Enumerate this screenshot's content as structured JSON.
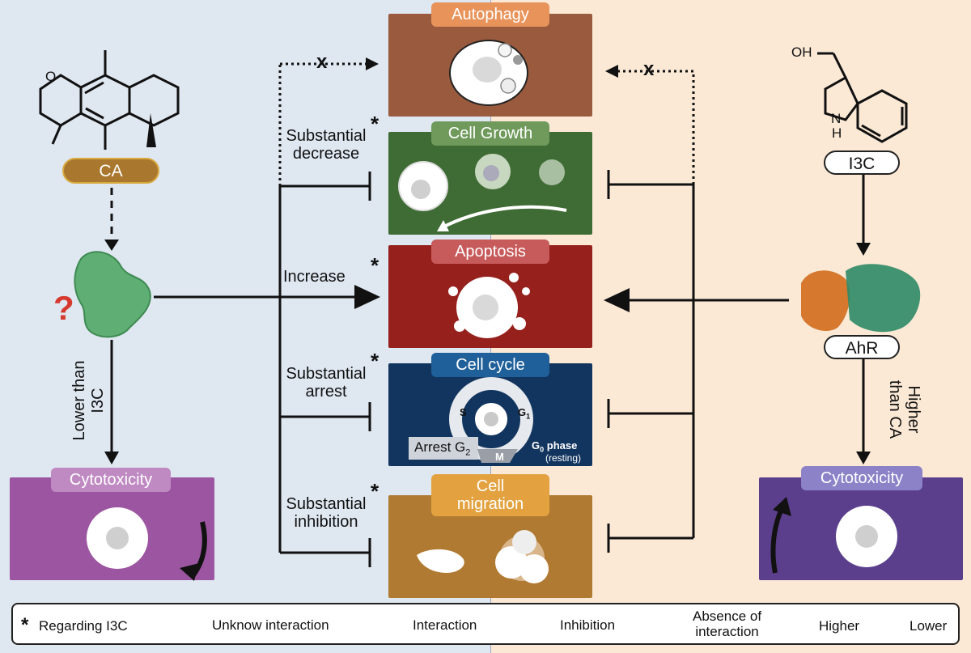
{
  "colors": {
    "left_bg": "#dfe7f1",
    "right_bg": "#fbe9d6",
    "autophagy": "#9a5a3e",
    "autophagy_title": "#e8935a",
    "cell_growth": "#3f6b34",
    "cell_growth_title": "#6f9a5c",
    "apoptosis": "#95201c",
    "apoptosis_title": "#c75a5a",
    "cell_cycle": "#12355f",
    "cell_cycle_title": "#1f5f9a",
    "migration": "#b07a32",
    "migration_title": "#e3a23f",
    "cytotoxicity_left": "#9c55a0",
    "cytotoxicity_left_title": "#bf89c2",
    "cytotoxicity_right": "#5b3f8d",
    "cytotoxicity_right_title": "#8c82c8",
    "ca_pill": "#a9772d",
    "question_mark": "#d63a2f",
    "protein_green": "#5fae74"
  },
  "compounds": {
    "ca": "CA",
    "i3c": "I3C",
    "i3c_oh": "OH",
    "i3c_nh": "N",
    "i3c_h": "H",
    "ca_o": "O",
    "receptor": "AhR",
    "unknown_target": "?"
  },
  "panels": {
    "autophagy": "Autophagy",
    "cell_growth": "Cell Growth",
    "apoptosis": "Apoptosis",
    "cell_cycle": "Cell cycle",
    "migration_line1": "Cell",
    "migration_line2": "migration",
    "cytotoxicity_left": "Cytotoxicity",
    "cytotoxicity_right": "Cytotoxicity"
  },
  "cell_cycle_labels": {
    "s": "S",
    "g1": "G",
    "g1_sub": "1",
    "m": "M",
    "arrest": "Arrest G",
    "arrest_sub": "2",
    "g0": "G",
    "g0_sub": "0",
    "g0_phase": " phase",
    "resting": "(resting)"
  },
  "effects": {
    "growth_line1": "Substantial",
    "growth_line2": "decrease",
    "apoptosis": "Increase",
    "cycle_line1": "Substantial",
    "cycle_line2": "arrest",
    "migration_line1": "Substantial",
    "migration_line2": "inhibition",
    "star": "*",
    "x_mark": "x"
  },
  "side_notes": {
    "left_line1": "Lower than",
    "left_line2": "I3C",
    "right_line1": "Higher",
    "right_line2": "than CA"
  },
  "legend": {
    "star": "*",
    "regarding": "Regarding I3C",
    "unknown": "Unknow interaction",
    "interaction": "Interaction",
    "inhibition": "Inhibition",
    "absence_line1": "Absence of",
    "absence_line2": "interaction",
    "higher": "Higher",
    "lower": "Lower"
  }
}
